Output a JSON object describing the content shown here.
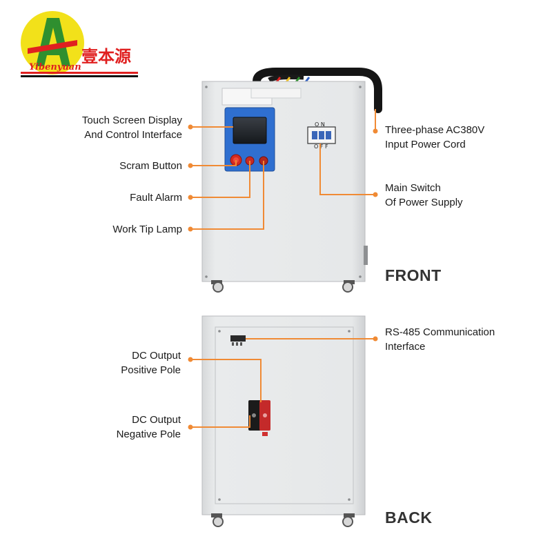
{
  "brand": {
    "logo_letter": "A",
    "name_en": "Yibenyuan",
    "name_cn": "壹本源",
    "colors": {
      "red": "#e02020",
      "yellow": "#f2e11a",
      "green": "#2f8f2f"
    }
  },
  "colors": {
    "callout": "#f08a34",
    "cabinet": "#e4e6e8",
    "text": "#1a1a1a"
  },
  "front": {
    "heading": "FRONT",
    "panel": {
      "switch_on": "O N",
      "switch_off": "O F F"
    },
    "callouts": [
      {
        "id": "touch-screen",
        "lines": [
          "Touch Screen Display",
          "And Control Interface"
        ]
      },
      {
        "id": "scram-button",
        "lines": [
          "Scram Button"
        ]
      },
      {
        "id": "fault-alarm",
        "lines": [
          "Fault Alarm"
        ]
      },
      {
        "id": "work-tip-lamp",
        "lines": [
          "Work Tip Lamp"
        ]
      },
      {
        "id": "power-cord",
        "lines": [
          "Three-phase AC380V",
          "Input Power Cord"
        ]
      },
      {
        "id": "main-switch",
        "lines": [
          "Main Switch",
          "Of Power Supply"
        ]
      }
    ]
  },
  "back": {
    "heading": "BACK",
    "callouts": [
      {
        "id": "rs485",
        "lines": [
          "RS-485 Communication",
          "Interface"
        ]
      },
      {
        "id": "dc-positive",
        "lines": [
          "DC Output",
          "Positive Pole"
        ]
      },
      {
        "id": "dc-negative",
        "lines": [
          "DC Output",
          "Negative Pole"
        ]
      }
    ]
  }
}
